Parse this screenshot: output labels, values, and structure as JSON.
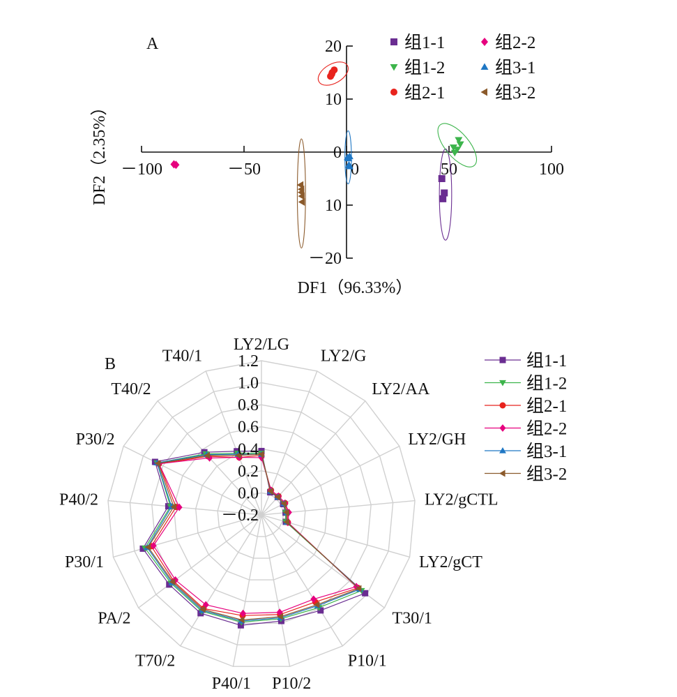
{
  "chart_data": [
    {
      "panel_label": "A",
      "type": "scatter",
      "xlabel": "DF1（96.33%）",
      "ylabel": "DF2（2.35%）",
      "xlim": [
        -100,
        100
      ],
      "ylim": [
        -20,
        20
      ],
      "xticks": [
        -100,
        -50,
        0,
        50,
        100
      ],
      "yticks": [
        -20,
        -10,
        0,
        10,
        20
      ],
      "xtick_labels": [
        "－100",
        "－50",
        "0",
        "50",
        "100"
      ],
      "ytick_labels": [
        "－20",
        "10",
        "0",
        "10",
        "20"
      ],
      "legend_position": "top-right",
      "series": [
        {
          "name": "组1-1",
          "marker": "square",
          "color": "#6a2d91",
          "points": [
            [
              46.5,
              -5.0
            ],
            [
              47.7,
              -7.7
            ],
            [
              47.0,
              -8.8
            ]
          ],
          "ellipse": {
            "cx": 48.3,
            "cy": -8.0,
            "rx": 3.0,
            "ry": 8.6,
            "angle": 0,
            "color": "#6a2d91"
          }
        },
        {
          "name": "组1-2",
          "marker": "triangle-down",
          "color": "#3cb44b",
          "points": [
            [
              54.0,
              0.5
            ],
            [
              55.5,
              1.5
            ],
            [
              54.7,
              2.3
            ],
            [
              52.2,
              0.9
            ],
            [
              52.8,
              -0.1
            ]
          ],
          "ellipse": {
            "cx": 54.0,
            "cy": 1.3,
            "rx": 5.8,
            "ry": 5.0,
            "angle": -40,
            "color": "#3cb44b"
          }
        },
        {
          "name": "组2-1",
          "marker": "circle",
          "color": "#e8231d",
          "points": [
            [
              -6.0,
              15.5
            ],
            [
              -7.0,
              15.0
            ],
            [
              -7.2,
              14.7
            ],
            [
              -7.8,
              14.3
            ]
          ],
          "ellipse": {
            "cx": -6.5,
            "cy": 14.8,
            "rx": 8.0,
            "ry": 1.8,
            "angle": -30,
            "color": "#e8231d"
          }
        },
        {
          "name": "组2-2",
          "marker": "diamond",
          "color": "#e6007e",
          "points": [
            [
              -83.2,
              -2.4
            ],
            [
              -84.2,
              -2.3
            ]
          ],
          "ellipse": null
        },
        {
          "name": "组3-1",
          "marker": "triangle-up",
          "color": "#1f77c4",
          "points": [
            [
              0.5,
              -1.0
            ],
            [
              1.0,
              -1.2
            ],
            [
              1.5,
              -0.8
            ],
            [
              1.5,
              -2.7
            ],
            [
              1.2,
              -2.4
            ]
          ],
          "ellipse": {
            "cx": 0.8,
            "cy": -1.0,
            "rx": 1.6,
            "ry": 5.0,
            "angle": 0,
            "color": "#1f77c4"
          }
        },
        {
          "name": "组3-2",
          "marker": "triangle-left",
          "color": "#8b5a2b",
          "points": [
            [
              -22.4,
              -6.2
            ],
            [
              -22.0,
              -7.0
            ],
            [
              -22.0,
              -7.6
            ],
            [
              -21.8,
              -8.3
            ],
            [
              -21.7,
              -9.4
            ]
          ],
          "ellipse": {
            "cx": -22.0,
            "cy": -7.8,
            "rx": 2.0,
            "ry": 10.3,
            "angle": 0,
            "color": "#8b5a2b"
          }
        }
      ]
    },
    {
      "panel_label": "B",
      "type": "radar",
      "axes": [
        "LY2/LG",
        "LY2/G",
        "LY2/AA",
        "LY2/GH",
        "LY2/gCTL",
        "LY2/gCT",
        "T30/1",
        "P10/1",
        "P10/2",
        "P40/1",
        "T70/2",
        "PA/2",
        "P30/1",
        "P40/2",
        "P30/2",
        "T40/2",
        "T40/1"
      ],
      "rlim": [
        -0.2,
        1.2
      ],
      "rticks": [
        -0.2,
        0.0,
        0.2,
        0.4,
        0.6,
        0.8,
        1.0,
        1.2
      ],
      "rtick_labels": [
        "－0.2",
        "0.0",
        "0.2",
        "0.4",
        "0.6",
        "0.8",
        "1.0",
        "1.2"
      ],
      "legend_position": "top-right",
      "series": [
        {
          "name": "组1-1",
          "marker": "square",
          "color": "#6a2d91",
          "values": [
            0.38,
            0.02,
            0.02,
            0.02,
            0.02,
            0.03,
            0.98,
            0.82,
            0.78,
            0.82,
            0.85,
            0.85,
            0.92,
            0.65,
            0.88,
            0.57,
            0.42
          ]
        },
        {
          "name": "组1-2",
          "marker": "triangle-down",
          "color": "#3cb44b",
          "values": [
            0.36,
            0.03,
            0.02,
            0.03,
            0.02,
            0.03,
            0.94,
            0.79,
            0.76,
            0.79,
            0.83,
            0.83,
            0.9,
            0.63,
            0.86,
            0.55,
            0.4
          ]
        },
        {
          "name": "组2-1",
          "marker": "circle",
          "color": "#e8231d",
          "values": [
            0.34,
            0.04,
            0.03,
            0.04,
            0.04,
            0.05,
            0.9,
            0.73,
            0.72,
            0.73,
            0.8,
            0.8,
            0.84,
            0.58,
            0.84,
            0.52,
            0.36
          ]
        },
        {
          "name": "组2-2",
          "marker": "diamond",
          "color": "#e6007e",
          "values": [
            0.32,
            0.04,
            0.03,
            0.04,
            0.05,
            0.05,
            0.88,
            0.7,
            0.7,
            0.71,
            0.76,
            0.78,
            0.82,
            0.55,
            0.84,
            0.5,
            0.36
          ]
        },
        {
          "name": "组3-1",
          "marker": "triangle-up",
          "color": "#1f77c4",
          "values": [
            0.35,
            0.03,
            0.02,
            0.03,
            0.03,
            0.04,
            0.92,
            0.77,
            0.75,
            0.78,
            0.82,
            0.82,
            0.88,
            0.62,
            0.86,
            0.54,
            0.39
          ]
        },
        {
          "name": "组3-2",
          "marker": "triangle-left",
          "color": "#8b5a2b",
          "values": [
            0.35,
            0.03,
            0.02,
            0.03,
            0.03,
            0.04,
            0.91,
            0.76,
            0.74,
            0.77,
            0.81,
            0.81,
            0.87,
            0.6,
            0.85,
            0.53,
            0.38
          ]
        }
      ]
    }
  ]
}
